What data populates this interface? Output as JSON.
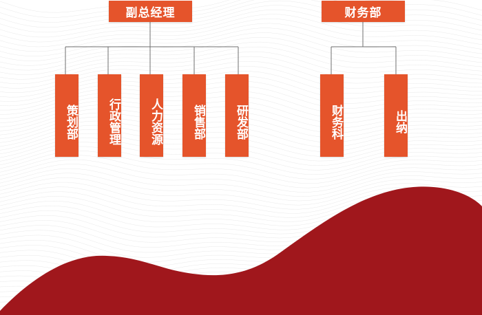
{
  "colors": {
    "node_fill": "#e5542b",
    "node_text": "#ffffff",
    "connector": "#6f6f6f",
    "wave": "#a0171c",
    "background_lines": "#dedede"
  },
  "org": {
    "deputy_gm": {
      "label": "副总经理",
      "children": [
        "策划部",
        "行政管理",
        "人力资源",
        "销售部",
        "研发部"
      ]
    },
    "finance": {
      "label": "财务部",
      "children": [
        "财务科",
        "出纳"
      ]
    }
  }
}
